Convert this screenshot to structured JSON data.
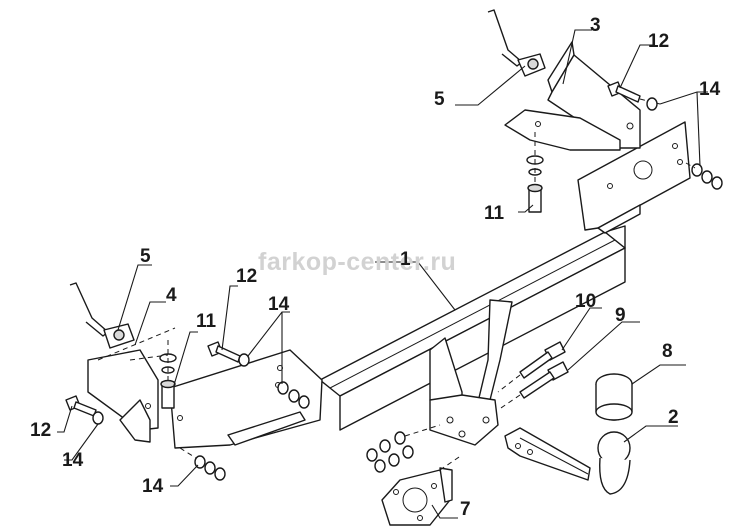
{
  "watermark": "farkop-center.ru",
  "callouts": {
    "towbar_crossbar": "1",
    "tow_ball_neck": "2",
    "right_side_bracket": "3",
    "left_side_bracket": "4",
    "hook_bolt_right": "5",
    "hook_bolt_left": "5",
    "socket_plate": "7",
    "tow_ball": "8",
    "long_bolt_lower": "9",
    "long_bolt_upper": "10",
    "bolt_right_vertical": "11",
    "bolt_left_vertical": "11",
    "bolt_right_top": "12",
    "bolt_left_upper": "12",
    "bolt_left_lower": "12",
    "washer_set_right": "14",
    "washer_set_left_upper": "14",
    "washer_set_left_lower": "14",
    "washer_set_left_bottom": "14"
  }
}
